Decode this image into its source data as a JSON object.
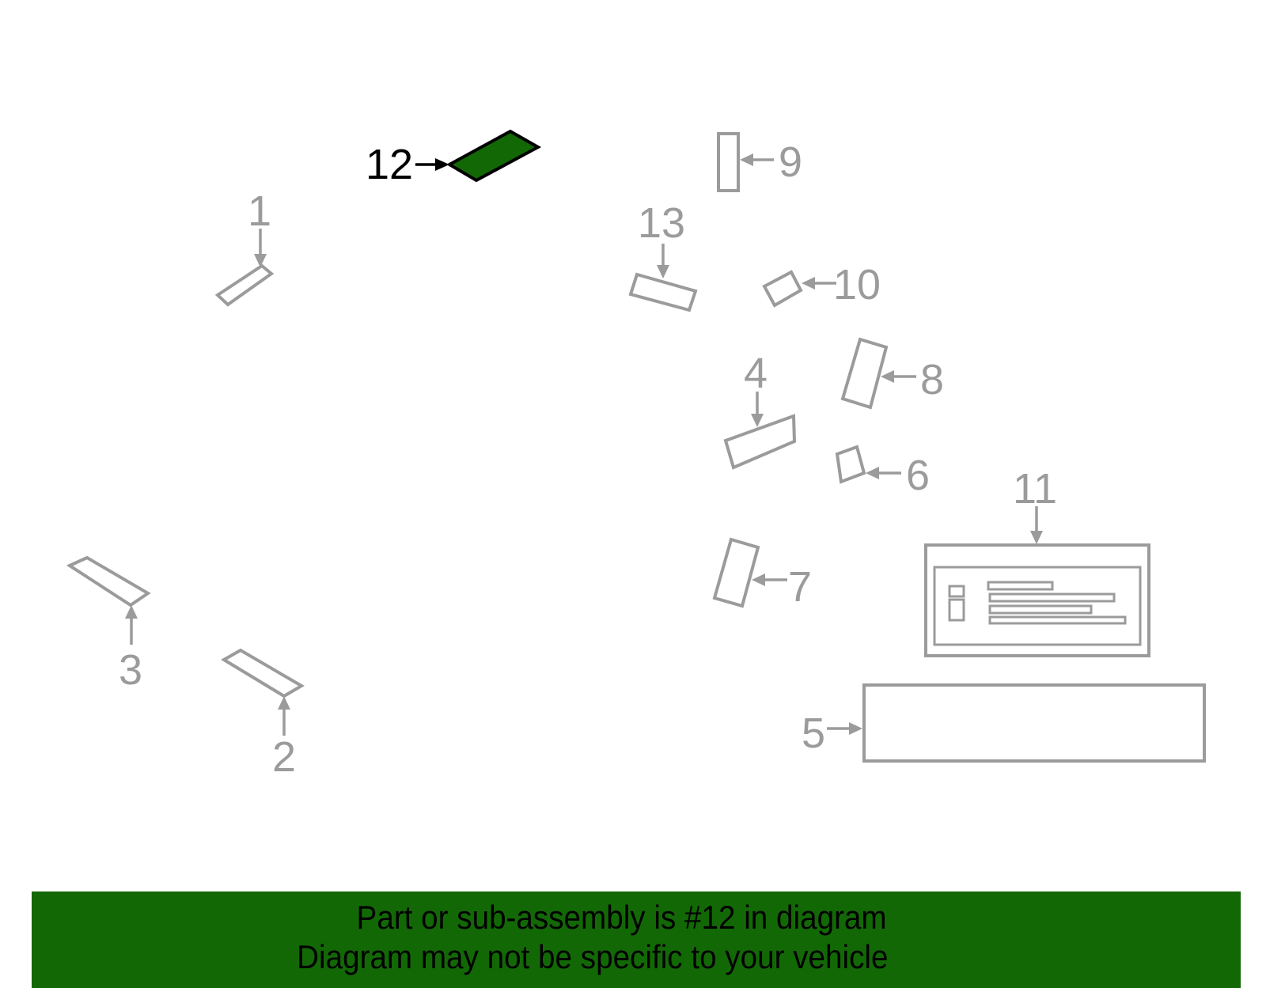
{
  "diagram": {
    "highlighted_part": "12",
    "callouts": {
      "p1": "1",
      "p2": "2",
      "p3": "3",
      "p4": "4",
      "p5": "5",
      "p6": "6",
      "p7": "7",
      "p8": "8",
      "p9": "9",
      "p10": "10",
      "p11": "11",
      "p12": "12",
      "p13": "13"
    },
    "colors": {
      "highlight_fill": "#136806",
      "part_stroke": "#9b9b9b",
      "highlight_stroke": "#000000"
    }
  },
  "banner": {
    "line1": "Part or sub-assembly is #12 in diagram",
    "line2": "Diagram may not be specific to your vehicle",
    "background": "#136806"
  }
}
